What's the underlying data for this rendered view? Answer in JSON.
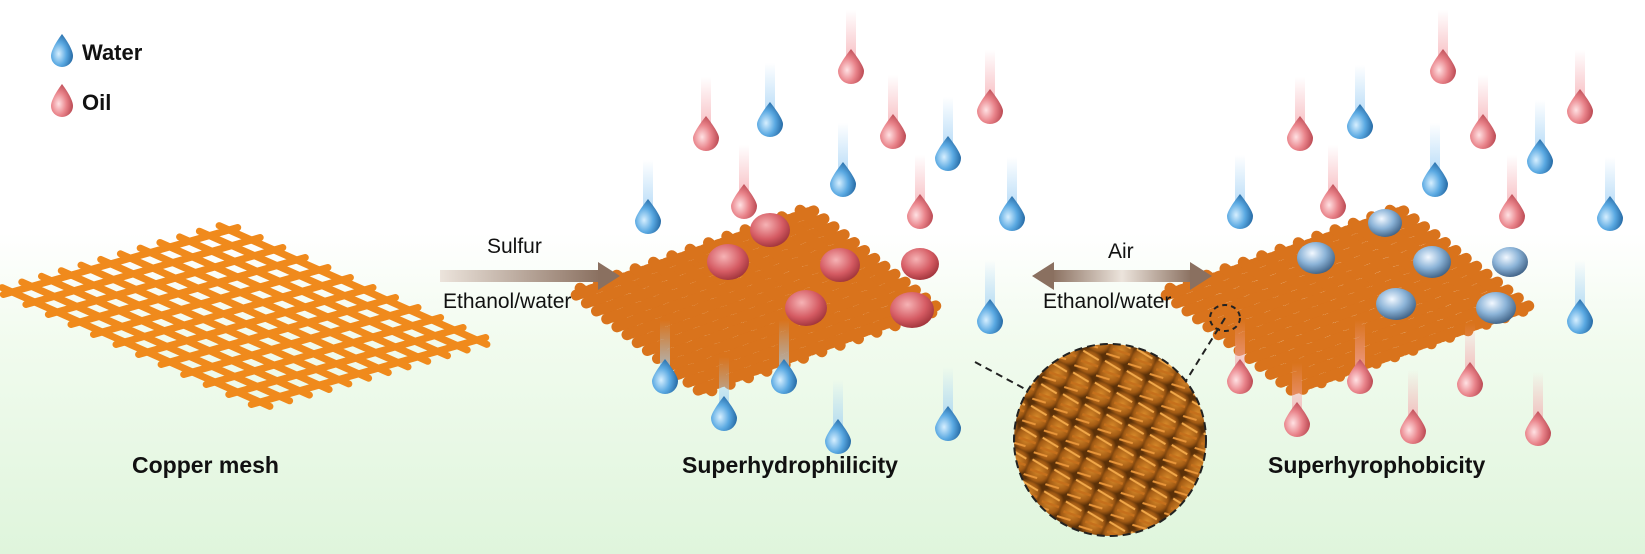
{
  "legend": {
    "water_label": "Water",
    "oil_label": "Oil",
    "water_icon": "water-drop-icon",
    "oil_icon": "oil-drop-icon"
  },
  "arrows": {
    "forward_top": "Sulfur",
    "forward_bottom": "Ethanol/water",
    "reversible_top": "Air",
    "reversible_bottom": "Ethanol/water"
  },
  "panels": {
    "left_caption": "Copper mesh",
    "middle_caption": "Superhydrophilicity",
    "right_caption": "Superhyrophobicity"
  },
  "colors": {
    "copper": "#f08a1c",
    "coated_mesh": "#d9731c",
    "water": "#3f93d3",
    "oil": "#e26a72",
    "arrow": "#9a8070",
    "background_bottom": "#dff5dc"
  }
}
